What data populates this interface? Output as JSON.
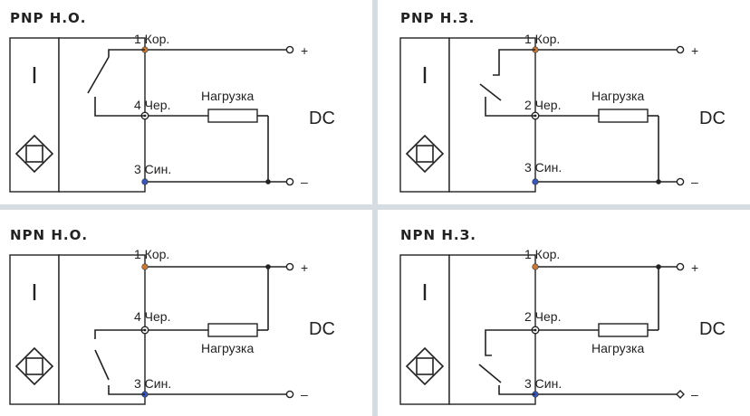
{
  "colors": {
    "background": "#ffffff",
    "divider": "#d5dde3",
    "wire": "#222222",
    "terminal_brown": "#c57a3a",
    "terminal_blue": "#3a57b8",
    "terminal_black": "#222222"
  },
  "panels": [
    {
      "title": "PNP Н.О.",
      "sensor_symbol": "I",
      "contact": "normally-open",
      "type": "PNP",
      "terminals": [
        {
          "label": "1 Кор.",
          "color": "brown"
        },
        {
          "label": "4 Чер.",
          "color": "black"
        },
        {
          "label": "3  Син.",
          "color": "blue"
        }
      ],
      "load_label": "Нагрузка",
      "supply_label": "DC",
      "plus_label": "+",
      "minus_label": "–"
    },
    {
      "title": "PNP Н.З.",
      "sensor_symbol": "I",
      "contact": "normally-closed",
      "type": "PNP",
      "terminals": [
        {
          "label": "1 Кор.",
          "color": "brown"
        },
        {
          "label": "2 Чер.",
          "color": "black"
        },
        {
          "label": "3 Син.",
          "color": "blue"
        }
      ],
      "load_label": "Нагрузка",
      "supply_label": "DC",
      "plus_label": "+",
      "minus_label": "–"
    },
    {
      "title": "NPN Н.О.",
      "sensor_symbol": "I",
      "contact": "normally-open",
      "type": "NPN",
      "terminals": [
        {
          "label": "1 Кор.",
          "color": "brown"
        },
        {
          "label": "4 Чер.",
          "color": "black"
        },
        {
          "label": "3 Син.",
          "color": "blue"
        }
      ],
      "load_label": "Нагрузка",
      "supply_label": "DC",
      "plus_label": "+",
      "minus_label": "–"
    },
    {
      "title": "NPN Н.З.",
      "sensor_symbol": "I",
      "contact": "normally-closed",
      "type": "NPN",
      "terminals": [
        {
          "label": "1 Кор.",
          "color": "brown"
        },
        {
          "label": "2 Чер.",
          "color": "black"
        },
        {
          "label": "3 Син.",
          "color": "blue"
        }
      ],
      "load_label": "Нагрузка",
      "supply_label": "DC",
      "plus_label": "+",
      "minus_label": "–"
    }
  ]
}
